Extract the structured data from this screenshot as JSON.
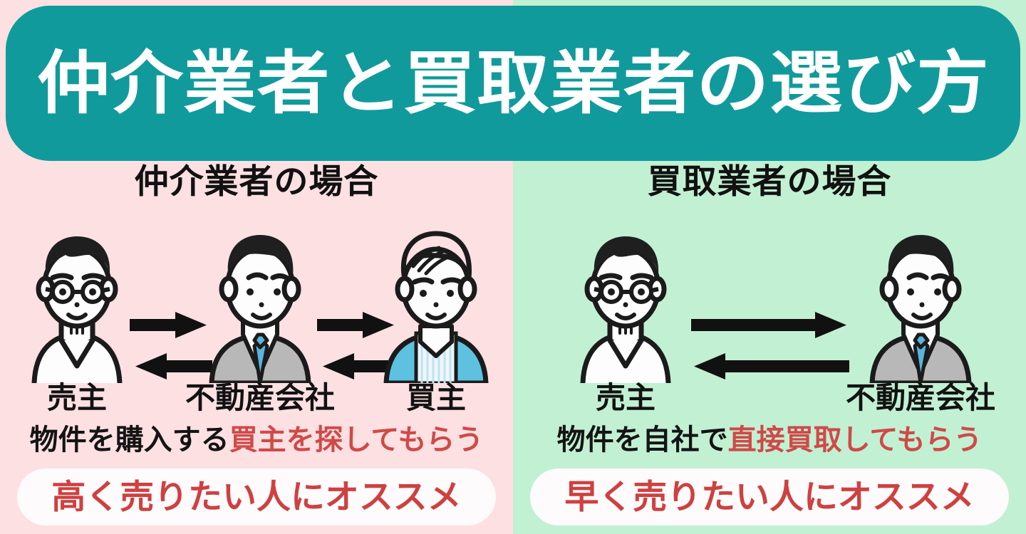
{
  "header": {
    "title": "仲介業者と買取業者の選び方",
    "bg_color": "#119a9b",
    "text_color": "#ffffff"
  },
  "colors": {
    "left_panel_bg": "#fce0e2",
    "right_panel_bg": "#c2f0d3",
    "highlight_red": "#cf4a48",
    "badge_bg": "#fdfbfb",
    "label_black": "#121212",
    "arrow_black": "#111111",
    "tie_blue": "#5ab4dc",
    "jacket_gray": "#b8b8b8",
    "buyer_jacket_blue": "#5ec1e0"
  },
  "left": {
    "section_title": "仲介業者の場合",
    "figures": [
      {
        "role_label": "売主",
        "avatar": "seller-glasses-avatar"
      },
      {
        "role_label": "不動産会社",
        "avatar": "agent-suit-avatar"
      },
      {
        "role_label": "買主",
        "avatar": "buyer-blue-jacket-avatar"
      }
    ],
    "arrow_groups": [
      {
        "name": "bidirectional-arrows-seller-agent",
        "directions": [
          "right",
          "left"
        ]
      },
      {
        "name": "bidirectional-arrows-agent-buyer",
        "directions": [
          "right",
          "left"
        ]
      }
    ],
    "description": {
      "plain": "物件を購入する",
      "highlight": "買主を探してもらう"
    },
    "badge": "高く売りたい人にオススメ"
  },
  "right": {
    "section_title": "買取業者の場合",
    "figures": [
      {
        "role_label": "売主",
        "avatar": "seller-glasses-avatar"
      },
      {
        "role_label": "不動産会社",
        "avatar": "agent-suit-avatar"
      }
    ],
    "arrow_groups": [
      {
        "name": "bidirectional-arrows-seller-company",
        "directions": [
          "right",
          "left"
        ]
      }
    ],
    "description": {
      "plain": "物件を自社で",
      "highlight": "直接買取してもらう"
    },
    "badge": "早く売りたい人にオススメ"
  }
}
